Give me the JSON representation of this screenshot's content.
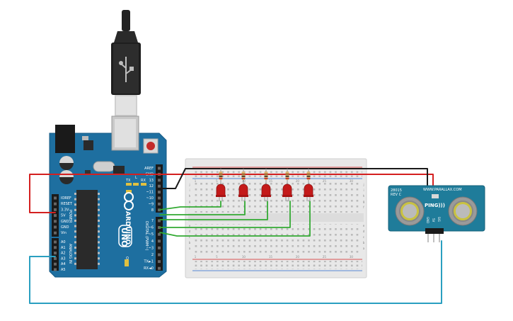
{
  "arduino": {
    "brand": "ARDUINO",
    "model": "UNO",
    "labels_power": [
      "IOREF",
      "RESET",
      "3.3V",
      "5V",
      "GND",
      "GND",
      "Vin"
    ],
    "power_title": "POWER",
    "labels_analog": [
      "A0",
      "A1",
      "A2",
      "A3",
      "A4",
      "A5"
    ],
    "analog_title": "ANALOG IN",
    "labels_digital_top": [
      "AREF",
      "GND",
      "13",
      "12",
      "~11",
      "~10",
      "~9",
      "8"
    ],
    "labels_digital_bottom": [
      "7",
      "~6",
      "~5",
      "4",
      "~3",
      "2",
      "TX►1",
      "RX◄0"
    ],
    "digital_title": "DIGITAL (PWM~)",
    "led_labels": [
      "L",
      "TX",
      "RX"
    ],
    "on_label": "ON"
  },
  "breadboard": {
    "col_numbers": [
      "1",
      "5",
      "10",
      "15",
      "20",
      "25",
      "30"
    ],
    "row_letters_top": [
      "j",
      "i",
      "h",
      "g",
      "f"
    ],
    "row_letters_bottom": [
      "e",
      "d",
      "c",
      "b",
      "a"
    ]
  },
  "sensor": {
    "name": "PING)))",
    "url": "WWW.PARALLAX.COM",
    "part": "28015",
    "rev": "REV C",
    "pins": [
      "GND",
      "5V",
      "SIG"
    ]
  },
  "colors": {
    "board": "#1e6fa0",
    "red_wire": "#d42020",
    "black_wire": "#1a1a1a",
    "green_wire": "#33aa33",
    "cyan_wire": "#2a9fc0",
    "led": "#c41a1a",
    "sensor_board": "#1f7c9a"
  }
}
